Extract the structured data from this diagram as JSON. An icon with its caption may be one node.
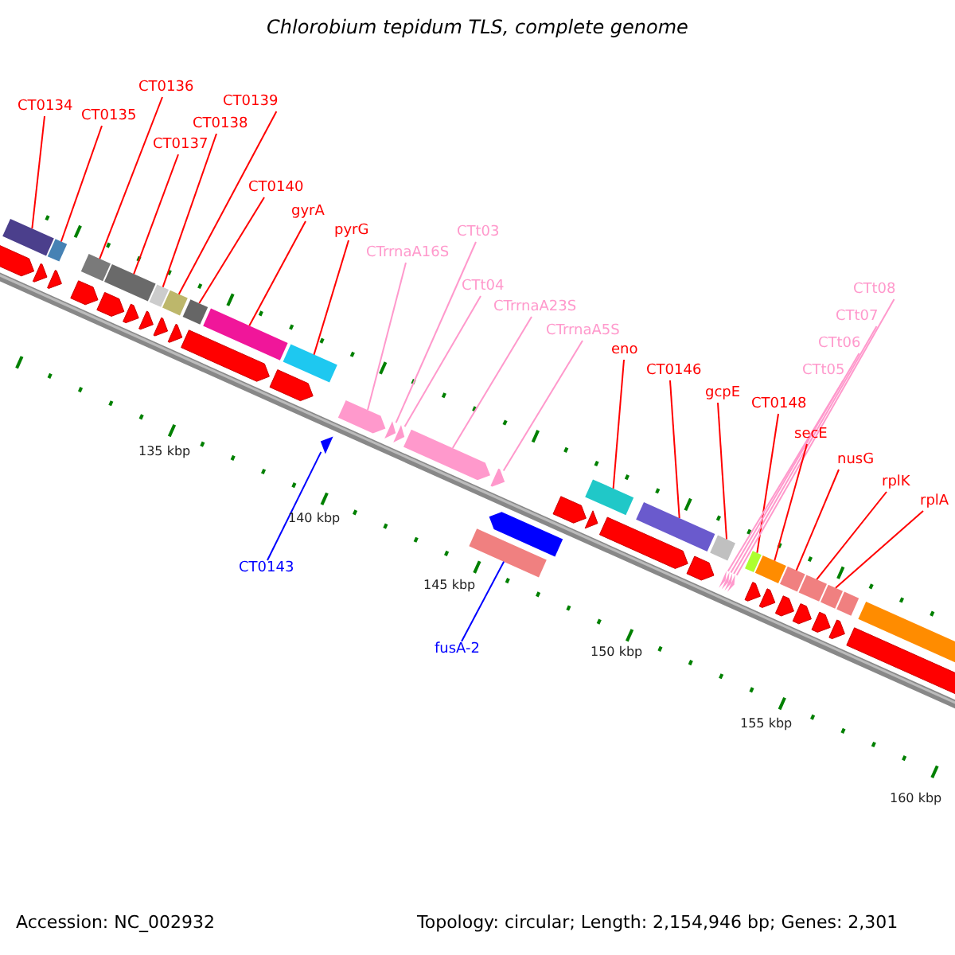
{
  "diagram": {
    "title": "Chlorobium tepidum TLS, complete genome",
    "nodes": [
      {
        "text": [
          "CT0134"
        ]
      },
      {
        "text": [
          "CT0135"
        ]
      },
      {
        "text": [
          "CT0136"
        ]
      },
      {
        "text": [
          "CT0137"
        ]
      },
      {
        "text": [
          "CT0138"
        ]
      },
      {
        "text": [
          "CT0139"
        ]
      },
      {
        "text": [
          "CT0140"
        ]
      },
      {
        "text": [
          "gyrA"
        ]
      },
      {
        "text": [
          "pyrG"
        ]
      },
      {
        "text": [
          "CTrrnaA16S"
        ]
      },
      {
        "text": [
          "CTt03"
        ]
      },
      {
        "text": [
          "CTt04"
        ]
      },
      {
        "text": [
          "CTrrnaA23S"
        ]
      },
      {
        "text": [
          "CTrrnaA5S"
        ]
      },
      {
        "text": [
          "eno"
        ]
      },
      {
        "text": [
          "CT0146"
        ]
      },
      {
        "text": [
          "gcpE"
        ]
      },
      {
        "text": [
          "CT0148"
        ]
      },
      {
        "text": [
          "CTt05"
        ]
      },
      {
        "text": [
          "CTt06"
        ]
      },
      {
        "text": [
          "CTt07"
        ]
      },
      {
        "text": [
          "CTt08"
        ]
      },
      {
        "text": [
          "secE"
        ]
      },
      {
        "text": [
          "nusG"
        ]
      },
      {
        "text": [
          "rplK"
        ]
      },
      {
        "text": [
          "rplA"
        ]
      },
      {
        "text": [
          "CT0143"
        ]
      },
      {
        "text": [
          "fusA-2"
        ]
      },
      {
        "text": [],
        "shape": "bar"
      },
      {
        "text": [],
        "shape": "bar"
      },
      {
        "text": [],
        "shape": "bar"
      },
      {
        "text": [],
        "shape": "bar"
      },
      {
        "text": [],
        "shape": "bar"
      },
      {
        "text": [],
        "shape": "bar"
      },
      {
        "text": [],
        "shape": "bar"
      },
      {
        "text": [],
        "shape": "bar"
      },
      {
        "text": [],
        "shape": "bar"
      },
      {
        "text": [],
        "shape": "arrow"
      },
      {
        "text": [],
        "shape": "arrow"
      },
      {
        "text": [],
        "shape": "arrow"
      },
      {
        "text": [],
        "shape": "arrow"
      },
      {
        "text": [],
        "shape": "arrow"
      },
      {
        "text": [],
        "shape": "bar"
      },
      {
        "text": [],
        "shape": "bar"
      },
      {
        "text": [],
        "shape": "bar"
      },
      {
        "text": [],
        "shape": "bar"
      },
      {
        "text": [],
        "shape": "arrow"
      },
      {
        "text": [],
        "shape": "arrow"
      },
      {
        "text": [],
        "shape": "arrow"
      },
      {
        "text": [],
        "shape": "arrow"
      },
      {
        "text": [],
        "shape": "bar"
      },
      {
        "text": [],
        "shape": "bar"
      },
      {
        "text": [],
        "shape": "bar"
      },
      {
        "text": [],
        "shape": "bar"
      },
      {
        "text": [],
        "shape": "arrow"
      },
      {
        "text": [],
        "shape": "bar"
      },
      {
        "text": [],
        "shape": "bar"
      },
      {
        "text": [],
        "shape": "bar"
      }
    ],
    "edges": [
      {
        "from": 0,
        "to": 28,
        "arrow": "none"
      },
      {
        "from": 1,
        "to": 29,
        "arrow": "none"
      },
      {
        "from": 2,
        "to": 30,
        "arrow": "none"
      },
      {
        "from": 3,
        "to": 31,
        "arrow": "none"
      },
      {
        "from": 4,
        "to": 32,
        "arrow": "none"
      },
      {
        "from": 5,
        "to": 33,
        "arrow": "none"
      },
      {
        "from": 6,
        "to": 34,
        "arrow": "none"
      },
      {
        "from": 7,
        "to": 35,
        "arrow": "none"
      },
      {
        "from": 8,
        "to": 36,
        "arrow": "none"
      },
      {
        "from": 9,
        "to": 37,
        "arrow": "none",
        "color": "#ff99cc"
      },
      {
        "from": 10,
        "to": 38,
        "arrow": "none",
        "color": "#ff99cc"
      },
      {
        "from": 11,
        "to": 39,
        "arrow": "none",
        "color": "#ff99cc"
      },
      {
        "from": 12,
        "to": 40,
        "arrow": "none",
        "color": "#ff99cc"
      },
      {
        "from": 13,
        "to": 41,
        "arrow": "none",
        "color": "#ff99cc"
      },
      {
        "from": 14,
        "to": 42,
        "arrow": "none"
      },
      {
        "from": 15,
        "to": 43,
        "arrow": "none"
      },
      {
        "from": 16,
        "to": 44,
        "arrow": "none"
      },
      {
        "from": 17,
        "to": 45,
        "arrow": "none"
      },
      {
        "from": 18,
        "to": 46,
        "arrow": "none",
        "color": "#ff99cc"
      },
      {
        "from": 19,
        "to": 47,
        "arrow": "none",
        "color": "#ff99cc"
      },
      {
        "from": 20,
        "to": 48,
        "arrow": "none",
        "color": "#ff99cc"
      },
      {
        "from": 21,
        "to": 49,
        "arrow": "none",
        "color": "#ff99cc"
      },
      {
        "from": 22,
        "to": 50,
        "arrow": "none"
      },
      {
        "from": 23,
        "to": 51,
        "arrow": "none"
      },
      {
        "from": 24,
        "to": 52,
        "arrow": "none"
      },
      {
        "from": 25,
        "to": 53,
        "arrow": "none"
      },
      {
        "from": 26,
        "to": 54,
        "arrow": "none",
        "color": "#0000ff"
      },
      {
        "from": 27,
        "to": 55,
        "arrow": "none",
        "color": "#0000ff"
      }
    ],
    "labels": [
      "135 kbp",
      "140 kbp",
      "145 kbp",
      "150 kbp",
      "155 kbp",
      "160 kbp",
      "Accession: NC_002932",
      "Topology: circular; Length: 2,154,946 bp; Genes: 2,301"
    ]
  }
}
